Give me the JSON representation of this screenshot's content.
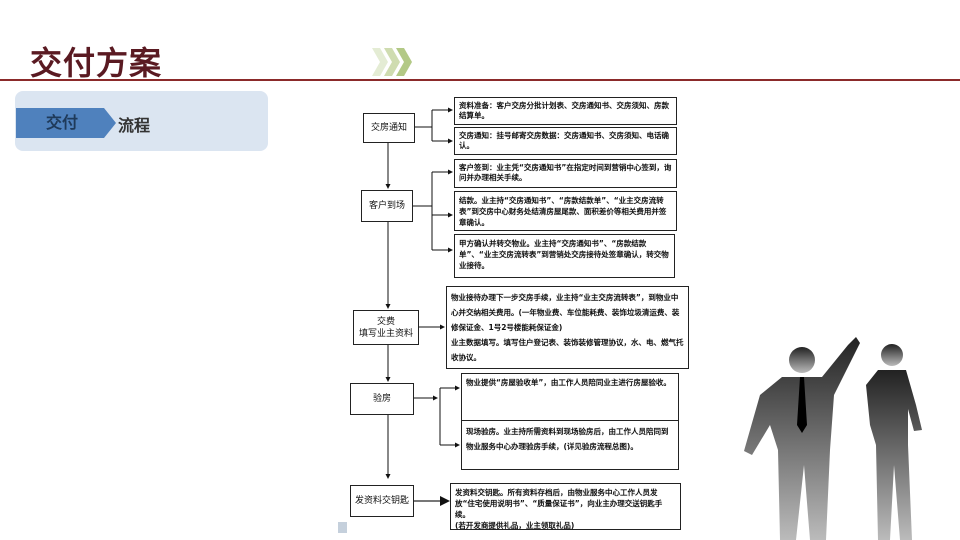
{
  "header": {
    "title": "交付方案"
  },
  "section": {
    "tag": "交付",
    "label": "流程"
  },
  "colors": {
    "accent": "#4f81bd",
    "title": "#5a1a22",
    "rule": "#8b2a2a",
    "panel": "#dbe5f1"
  },
  "steps": [
    {
      "label": "交房通知"
    },
    {
      "label": "客户到场"
    },
    {
      "label": "交费\n填写业主资料"
    },
    {
      "label": "验房"
    },
    {
      "label": "发资料交钥匙"
    }
  ],
  "details": [
    "资料准备：客户交房分批计划表、交房通知书、交房须知、房款结算单。",
    "交房通知：挂号邮寄交房数据：交房通知书、交房须知、电话确认。",
    "客户签到：业主凭“交房通知书”在指定时间到营销中心签到，询问并办理相关手续。",
    "结款。业主持“交房通知书”、“房款结款单”、“业主交房流转表”到交房中心财务处结清房屋尾款、面积差价等相关费用并签章确认。",
    "甲方确认并转交物业。业主持“交房通知书”、“房款结款单”、“业主交房流转表”到营销处交房接待处签章确认，转交物业接待。",
    "物业接待办理下一步交房手续，业主持“业主交房流转表”，到物业中心并交纳相关费用。(一年物业费、车位能耗费、装饰垃圾清运费、装修保证金、1号2号楼能耗保证金)\n业主数据填写。填写住户登记表、装饰装修管理协议，水、电、燃气托收协议。",
    "物业提供“房屋验收单”，由工作人员陪同业主进行房屋验收。",
    "现场验房。业主持所需资料到现场验房后，由工作人员陪同到物业服务中心办理验房手续，(详见验房流程总图)。",
    "发资料交钥匙。所有资料存档后，由物业服务中心工作人员发放“住宅使用说明书”、“质量保证书”，向业主办理交送钥匙手续。\n(若开发商提供礼品，业主领取礼品)"
  ]
}
